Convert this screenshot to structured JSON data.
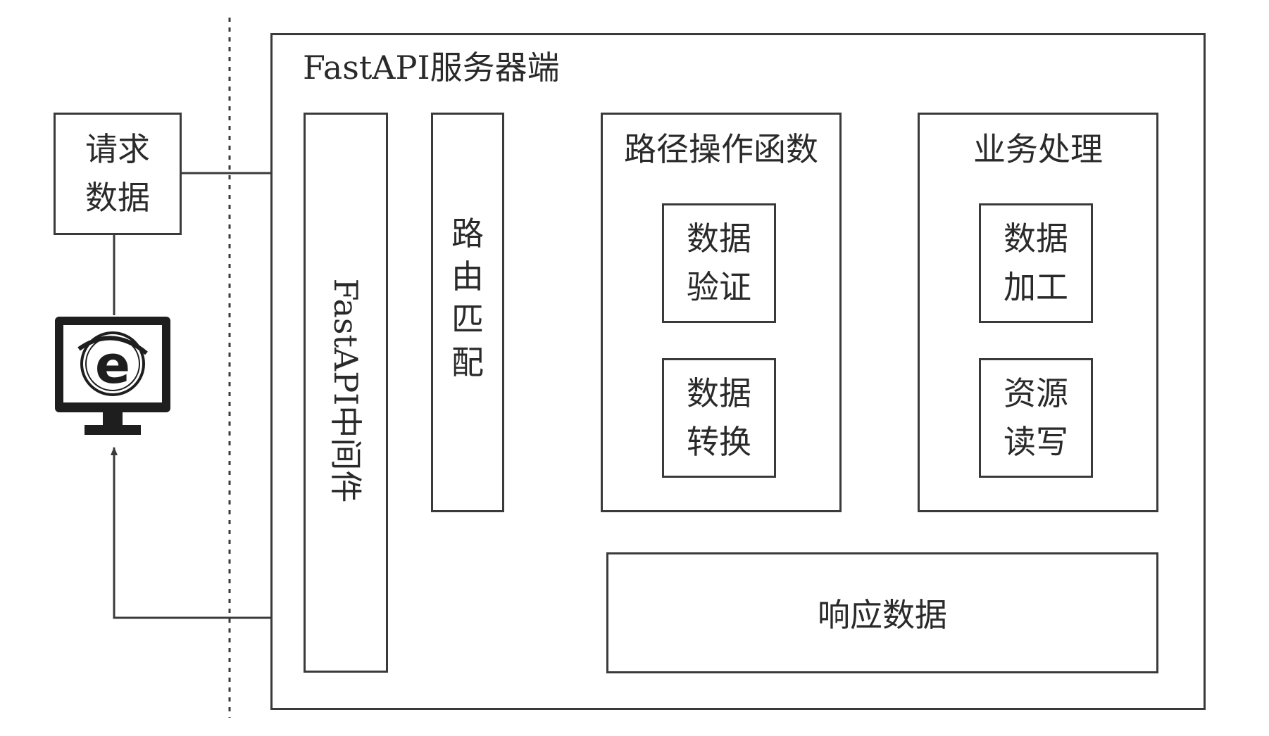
{
  "client": {
    "request_line1": "请求",
    "request_line2": "数据",
    "browser_icon": "ie-browser-icon"
  },
  "server": {
    "title": "FastAPI服务器端",
    "middleware": "FastAPI中间件",
    "routing": "路由匹配",
    "path_op": {
      "title": "路径操作函数",
      "validate_line1": "数据",
      "validate_line2": "验证",
      "convert_line1": "数据",
      "convert_line2": "转换"
    },
    "business": {
      "title": "业务处理",
      "process_line1": "数据",
      "process_line2": "加工",
      "resource_line1": "资源",
      "resource_line2": "读写"
    },
    "response": "响应数据"
  },
  "colors": {
    "stroke": "#3a3a3a",
    "text": "#2a2a2a"
  }
}
